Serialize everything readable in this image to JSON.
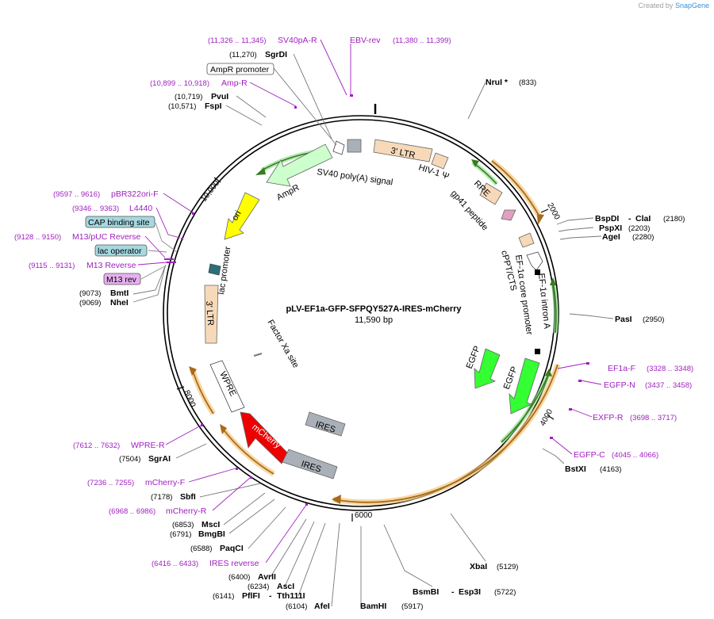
{
  "credit": {
    "prefix": "Created by",
    "brand": "SnapGene"
  },
  "plasmid": {
    "name": "pLV-EF1a-GFP-SFPQY527A-IRES-mCherry",
    "length_label": "11,590 bp"
  },
  "ruler": [
    "2000",
    "4000",
    "6000",
    "8000",
    "10,000"
  ],
  "enzymes": [
    {
      "name": "NruI *",
      "pos": "(833)"
    },
    {
      "name": "BspDI",
      "name2": "ClaI",
      "pos": "(2180)"
    },
    {
      "name": "PspXI",
      "pos": "(2203)"
    },
    {
      "name": "AgeI",
      "pos": "(2280)"
    },
    {
      "name": "PasI",
      "pos": "(2950)"
    },
    {
      "name": "BstXI",
      "pos": "(4163)"
    },
    {
      "name": "XbaI",
      "pos": "(5129)"
    },
    {
      "name": "BsmBI",
      "name2": "Esp3I",
      "pos": "(5722)"
    },
    {
      "name": "BamHI",
      "pos": "(5917)"
    },
    {
      "name": "AfeI",
      "pos": "(6104)"
    },
    {
      "name": "PflFI",
      "name2": "Tth111I",
      "pos": "(6141)"
    },
    {
      "name": "AscI",
      "pos": "(6234)"
    },
    {
      "name": "AvrII",
      "pos": "(6400)"
    },
    {
      "name": "PaqCI",
      "pos": "(6588)"
    },
    {
      "name": "BmgBI",
      "pos": "(6791)"
    },
    {
      "name": "MscI",
      "pos": "(6853)"
    },
    {
      "name": "SbfI",
      "pos": "(7178)"
    },
    {
      "name": "SgrAI",
      "pos": "(7504)"
    },
    {
      "name": "NheI",
      "pos": "(9069)"
    },
    {
      "name": "BmtI",
      "pos": "(9073)"
    },
    {
      "name": "FspI",
      "pos": "(10,571)"
    },
    {
      "name": "PvuI",
      "pos": "(10,719)"
    },
    {
      "name": "SgrDI",
      "pos": "(11,270)"
    }
  ],
  "primers": [
    {
      "name": "SV40pA-R",
      "range": "(11,326 .. 11,345)"
    },
    {
      "name": "EBV-rev",
      "range": "(11,380 .. 11,399)"
    },
    {
      "name": "Amp-R",
      "range": "(10,899 .. 10,918)"
    },
    {
      "name": "pBR322ori-F",
      "range": "(9597 .. 9616)"
    },
    {
      "name": "L4440",
      "range": "(9346 .. 9363)"
    },
    {
      "name": "M13/pUC Reverse",
      "range": "(9128 .. 9150)"
    },
    {
      "name": "M13 Reverse",
      "range": "(9115 .. 9131)"
    },
    {
      "name": "EF1a-F",
      "range": "(3328 .. 3348)"
    },
    {
      "name": "EGFP-N",
      "range": "(3437 .. 3458)"
    },
    {
      "name": "EXFP-R",
      "range": "(3698 .. 3717)"
    },
    {
      "name": "EGFP-C",
      "range": "(4045 .. 4066)"
    },
    {
      "name": "WPRE-R",
      "range": "(7612 .. 7632)"
    },
    {
      "name": "mCherry-F",
      "range": "(7236 .. 7255)"
    },
    {
      "name": "mCherry-R",
      "range": "(6968 .. 6986)"
    },
    {
      "name": "IRES reverse",
      "range": "(6416 .. 6433)"
    }
  ],
  "boxed_labels": [
    "AmpR promoter",
    "CAP binding site",
    "lac operator",
    "M13 rev"
  ],
  "features": [
    "3' LTR",
    "HIV-1 Ψ",
    "RRE",
    "gp41 peptide",
    "cPPT/CTS",
    "EF-1α core promoter",
    "EF-1α intron A",
    "EGFP",
    "EGFP",
    "IRES",
    "mCherry",
    "IRES",
    "Factor Xa site",
    "WPRE",
    "3' LTR",
    "lac promoter",
    "ori",
    "AmpR",
    "SV40 poly(A) signal"
  ],
  "colors": {
    "primer": "#a020c0",
    "orf": "#33ff33",
    "ltr": "#f7d9b9",
    "mcherry": "#ee0000",
    "ori": "#ffff00",
    "ampr": "#ccffcc",
    "ires": "#a9b0b7",
    "boxed_blue": "#a6d8e0",
    "boxed_purple": "#e6b0f0"
  }
}
